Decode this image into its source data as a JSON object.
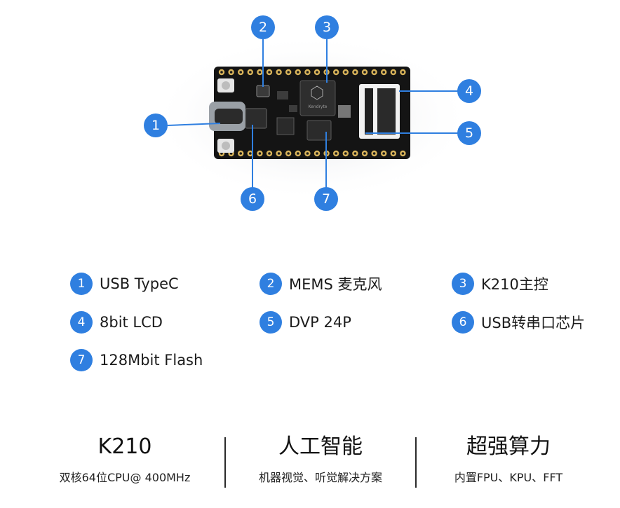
{
  "diagram": {
    "callouts": [
      {
        "n": "1"
      },
      {
        "n": "2"
      },
      {
        "n": "3"
      },
      {
        "n": "4"
      },
      {
        "n": "5"
      },
      {
        "n": "6"
      },
      {
        "n": "7"
      }
    ],
    "chip_marking": "Kendryte"
  },
  "legend": [
    {
      "n": "1",
      "label": "USB TypeC"
    },
    {
      "n": "2",
      "label": "MEMS 麦克风"
    },
    {
      "n": "3",
      "label": "K210主控"
    },
    {
      "n": "4",
      "label": "8bit LCD"
    },
    {
      "n": "5",
      "label": "DVP 24P"
    },
    {
      "n": "6",
      "label": "USB转串口芯片"
    },
    {
      "n": "7",
      "label": "128Mbit Flash"
    }
  ],
  "features": [
    {
      "title": "K210",
      "desc": "双核64位CPU@ 400MHz"
    },
    {
      "title": "人工智能",
      "desc": "机器视觉、听觉解决方案"
    },
    {
      "title": "超强算力",
      "desc": "内置FPU、KPU、FFT"
    }
  ],
  "colors": {
    "accent": "#2f7fe0",
    "board": "#141414",
    "pin": "#d9b45a"
  }
}
